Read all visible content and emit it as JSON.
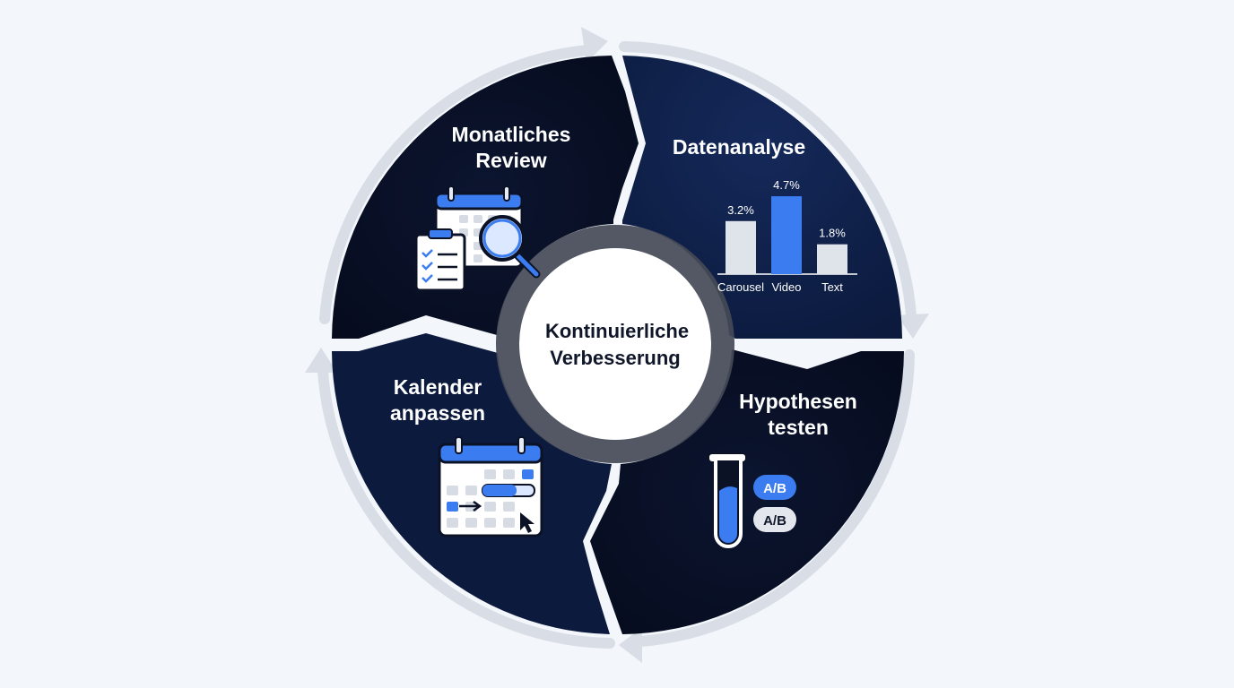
{
  "center": {
    "line1": "Kontinuierliche",
    "line2": "Verbesserung"
  },
  "segments": {
    "review": {
      "line1": "Monatliches",
      "line2": "Review",
      "icon": "calendar-search-checklist-icon"
    },
    "analysis": {
      "title": "Datenanalyse",
      "icon": "bar-chart-icon"
    },
    "hypotheses": {
      "line1": "Hypothesen",
      "line2": "testen",
      "icon": "test-tube-icon"
    },
    "calendar": {
      "line1": "Kalender",
      "line2": "anpassen",
      "icon": "calendar-adjust-icon"
    }
  },
  "chart_data": {
    "type": "bar",
    "categories": [
      "Carousel",
      "Video",
      "Text"
    ],
    "values": [
      3.2,
      4.7,
      1.8
    ],
    "value_labels": [
      "3.2%",
      "4.7%",
      "1.8%"
    ],
    "highlight_index": 1
  },
  "ab_pills": [
    {
      "label": "A/B",
      "variant": "active"
    },
    {
      "label": "A/B",
      "variant": "inactive"
    }
  ],
  "colors": {
    "background": "#f3f6fa",
    "segment_dark": "#070d20",
    "segment_navy": "#0e1f45",
    "accent_blue": "#3b7cf0",
    "ring_gray": "#d8dde6",
    "bar_gray": "#dfe3ea"
  }
}
